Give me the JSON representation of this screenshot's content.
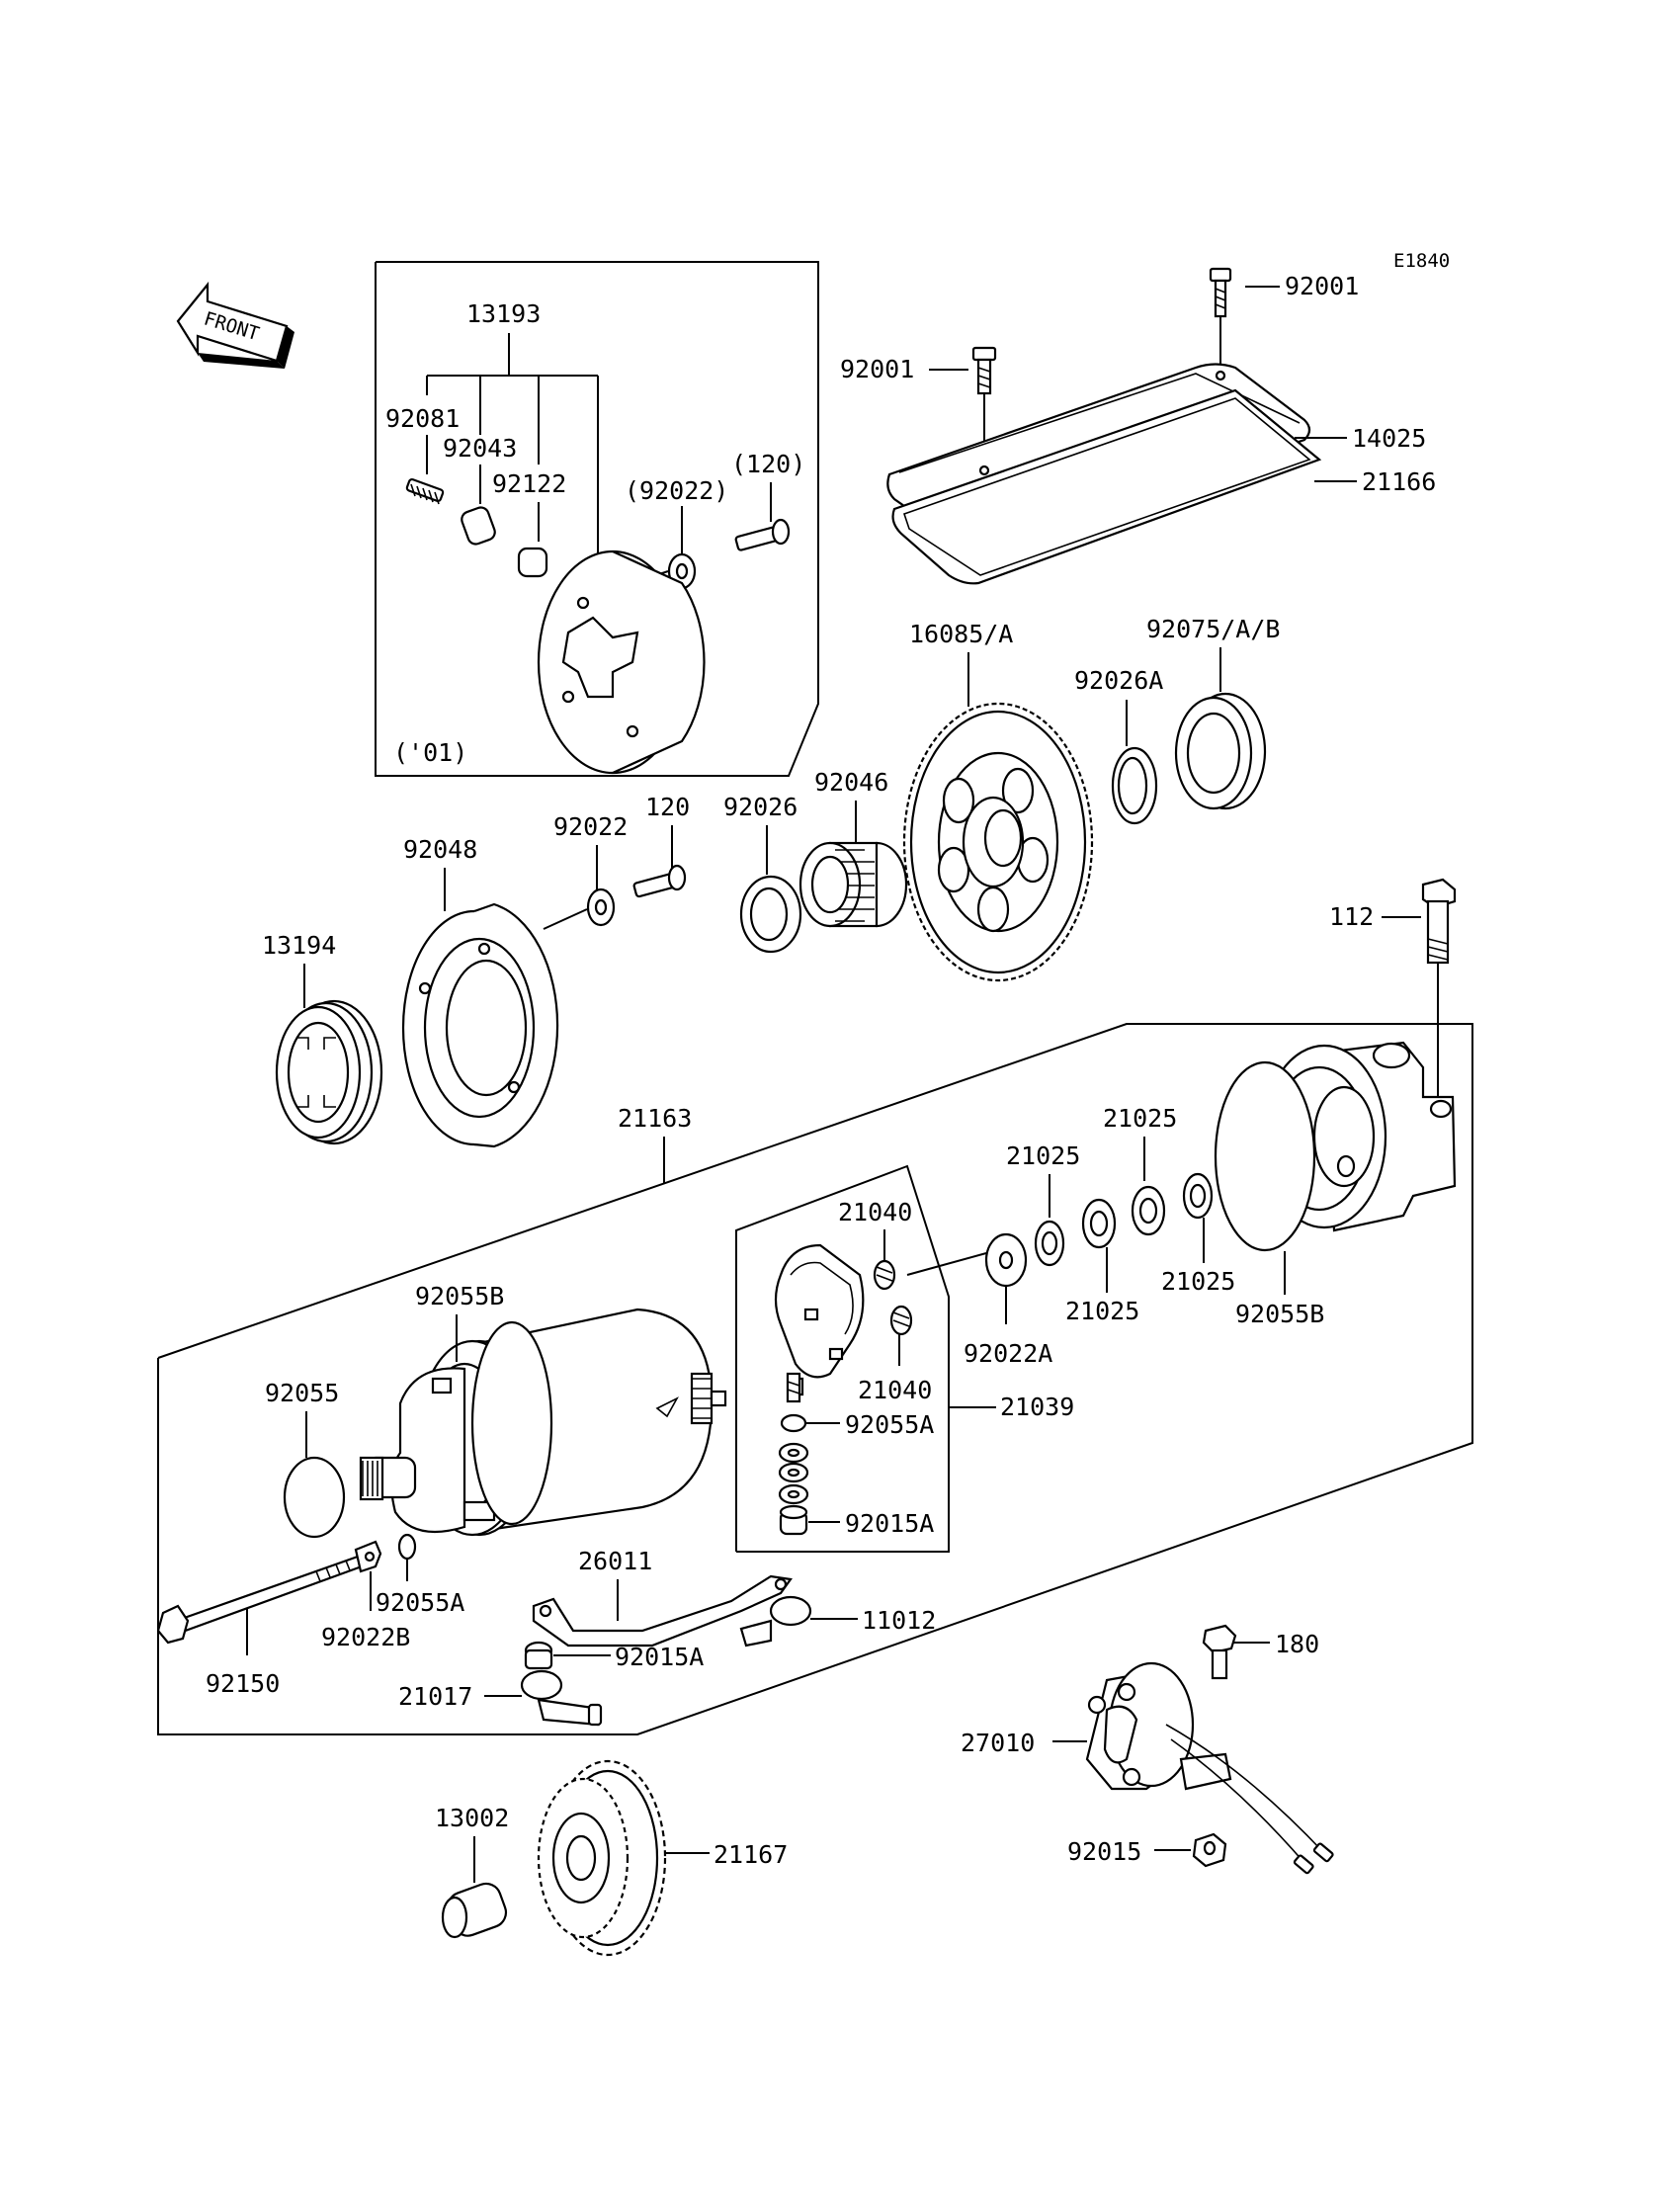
{
  "diagram_code": "E1840",
  "front_label": "FRONT",
  "inset_note": "('01)",
  "labels": {
    "p13193": "13193",
    "p92081": "92081",
    "p92043": "92043",
    "p92122": "92122",
    "p92022_paren": "(92022)",
    "p120_paren": "(120)",
    "p92001_top": "92001",
    "p92001_left": "92001",
    "p14025": "14025",
    "p21166": "21166",
    "p16085": "16085/A",
    "p92075": "92075/A/B",
    "p92026A": "92026A",
    "p92046": "92046",
    "p92026": "92026",
    "p120": "120",
    "p92022": "92022",
    "p92048": "92048",
    "p13194": "13194",
    "p112": "112",
    "p21163": "21163",
    "p21025_a": "21025",
    "p21025_b": "21025",
    "p21025_c": "21025",
    "p21025_d": "21025",
    "p21040_top": "21040",
    "p21040_bot": "21040",
    "p92022A": "92022A",
    "p92055B_right": "92055B",
    "p92055B_left": "92055B",
    "p92055": "92055",
    "p21039": "21039",
    "p92055A_top": "92055A",
    "p92015A_top": "92015A",
    "p26011": "26011",
    "p11012": "11012",
    "p92015A_bot": "92015A",
    "p21017": "21017",
    "p92055A_bot": "92055A",
    "p92022B": "92022B",
    "p92150": "92150",
    "p180": "180",
    "p27010": "27010",
    "p92015": "92015",
    "p13002": "13002",
    "p21167": "21167"
  }
}
